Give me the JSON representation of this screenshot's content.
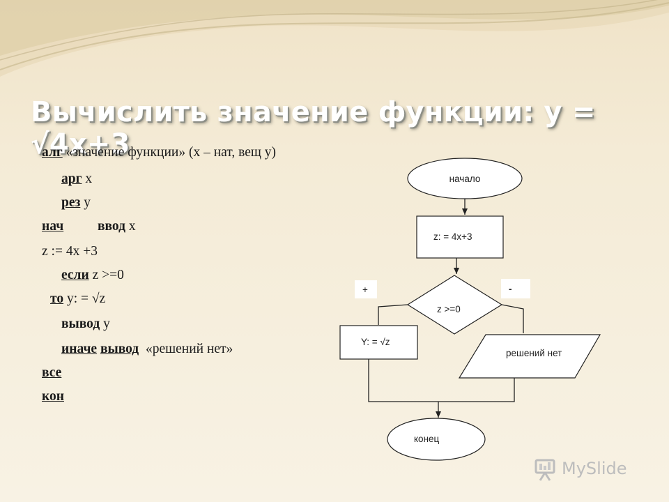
{
  "slide": {
    "title": "Вычислить значение функции: y = √4x+3"
  },
  "algorithm": {
    "lines": [
      {
        "parts": [
          {
            "t": "алг",
            "kw": true,
            "u": true
          },
          {
            "t": " «значение функции» (x – нат, вещ y)"
          }
        ]
      },
      {
        "parts": [
          {
            "t": "арг",
            "kw": true,
            "u": true
          },
          {
            "t": " x"
          }
        ]
      },
      {
        "parts": [
          {
            "t": "рез",
            "kw": true,
            "u": true
          },
          {
            "t": " y"
          }
        ]
      },
      {
        "parts": [
          {
            "t": "нач",
            "kw": true,
            "u": true
          },
          {
            "t": "          "
          },
          {
            "t": "ввод",
            "kw": true
          },
          {
            "t": " x"
          }
        ]
      },
      {
        "parts": [
          {
            "t": "z := 4x +3"
          }
        ]
      },
      {
        "parts": [
          {
            "t": "если",
            "kw": true,
            "u": true
          },
          {
            "t": " z >=0"
          }
        ]
      },
      {
        "parts": [
          {
            "t": "то",
            "kw": true,
            "u": true
          },
          {
            "t": " y: = √z"
          }
        ]
      },
      {
        "parts": [
          {
            "t": "вывод",
            "kw": true
          },
          {
            "t": " y"
          }
        ]
      },
      {
        "parts": [
          {
            "t": "иначе",
            "kw": true,
            "u": true
          },
          {
            "t": " "
          },
          {
            "t": "вывод",
            "kw": true,
            "u": true
          },
          {
            "t": "  «решений нет»"
          }
        ]
      },
      {
        "parts": [
          {
            "t": "все",
            "kw": true,
            "u": true
          }
        ]
      },
      {
        "parts": [
          {
            "t": "кон",
            "kw": true,
            "u": true
          }
        ]
      }
    ]
  },
  "flowchart": {
    "start": "начало",
    "process": "z: = 4x+3",
    "decision": "z >=0",
    "yes_label": "+",
    "no_label": "-",
    "yes_branch": "Y: = √z",
    "no_branch": "решений нет",
    "end": "конец"
  },
  "watermark": {
    "text": "MySlide",
    "icon": "presentation-icon"
  }
}
